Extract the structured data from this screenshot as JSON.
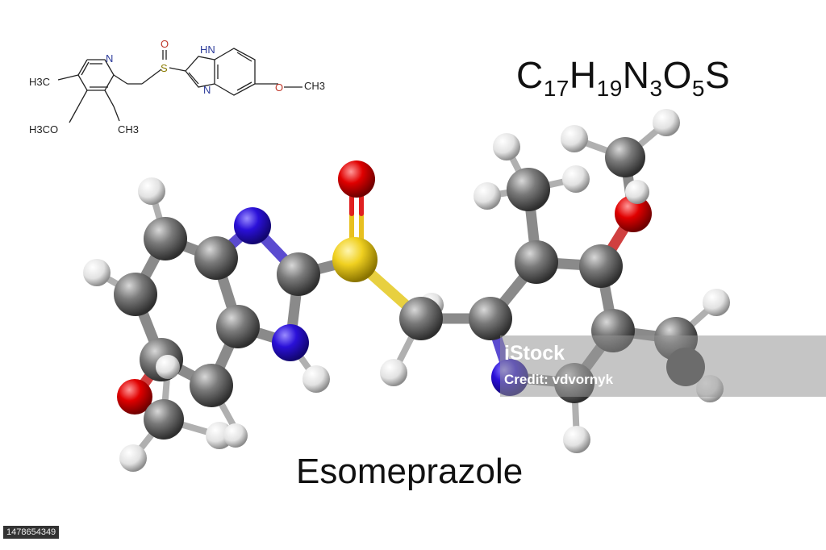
{
  "structure_labels": {
    "ch3_left": "H3C",
    "ome_left": "H3CO",
    "ch3_bottom": "CH3",
    "n_pyridine": "N",
    "s_atom": "S",
    "o_atom": "O",
    "nh": "HN",
    "n_benz": "N",
    "o_methoxy": "O",
    "ch3_right": "CH3"
  },
  "formula": {
    "parts": [
      "C",
      "17",
      "H",
      "19",
      "N",
      "3",
      "O",
      "5",
      "S"
    ]
  },
  "compound_name": "Esomeprazole",
  "watermark": {
    "brand": "iStock",
    "credit": "Credit: vdvornyk"
  },
  "stock_id": "1478654349",
  "colors": {
    "carbon": "#6e6e6e",
    "hydrogen": "#e8e8e8",
    "nitrogen": "#2a10d8",
    "oxygen": "#e00000",
    "sulfur": "#f0d020",
    "skeletal_nitrogen": "#2b3a9a",
    "skeletal_sulfur": "#8a7a00",
    "skeletal_oxygen": "#c0392b"
  }
}
